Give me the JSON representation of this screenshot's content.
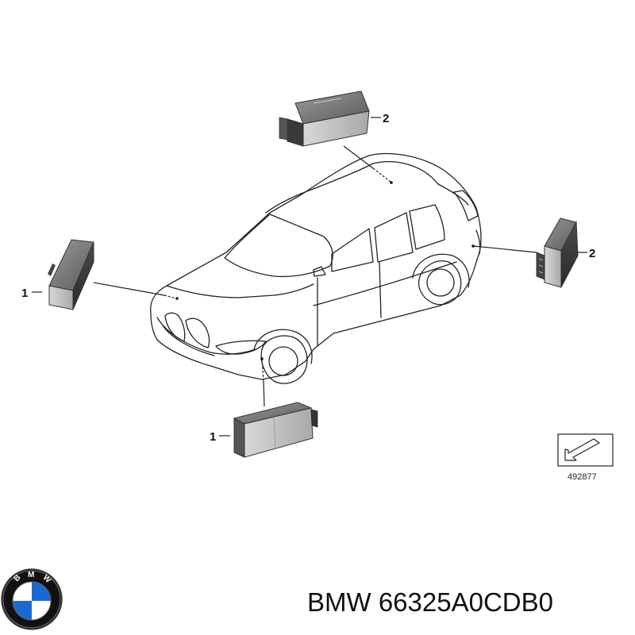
{
  "callouts": {
    "part_1_left": "1",
    "part_1_bottom": "1",
    "part_2_top": "2",
    "part_2_right": "2"
  },
  "diagram_ref": "492877",
  "logo": {
    "name": "bmw-roundel",
    "letters": [
      "B",
      "M",
      "W"
    ],
    "colors": {
      "blue": "#1c69d4",
      "ring": "#111111",
      "white": "#ffffff"
    }
  },
  "footer": {
    "brand": "BMW",
    "part_number": "66325A0CDB0"
  }
}
